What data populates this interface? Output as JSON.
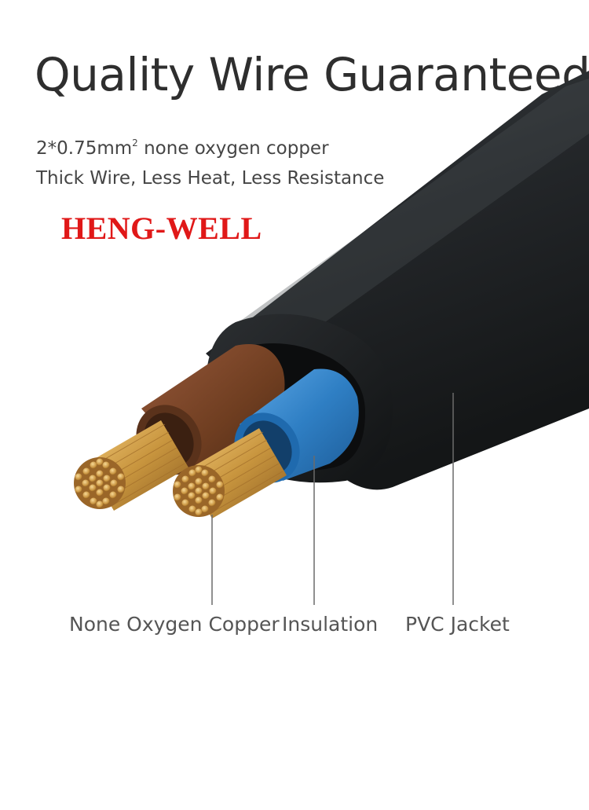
{
  "header": {
    "title": "Quality Wire Guaranteed",
    "spec_line_1_prefix": "2*0.75mm",
    "spec_line_1_sup": "2",
    "spec_line_1_suffix": " none oxygen copper",
    "spec_line_2": "Thick Wire, Less Heat, Less Resistance"
  },
  "brand": {
    "name": "HENG-WELL",
    "color": "#e01818"
  },
  "labels": {
    "copper": "None Oxygen Copper",
    "insulation": "Insulation",
    "jacket": "PVC Jacket"
  },
  "colors": {
    "jacket": "#1f2224",
    "brown_insulation": "#7a4526",
    "blue_insulation": "#2f7fc4",
    "copper": "#c8953e",
    "leader_line": "#6b6b6b"
  },
  "icons": {
    "cable": "cable-cross-section-illustration"
  }
}
